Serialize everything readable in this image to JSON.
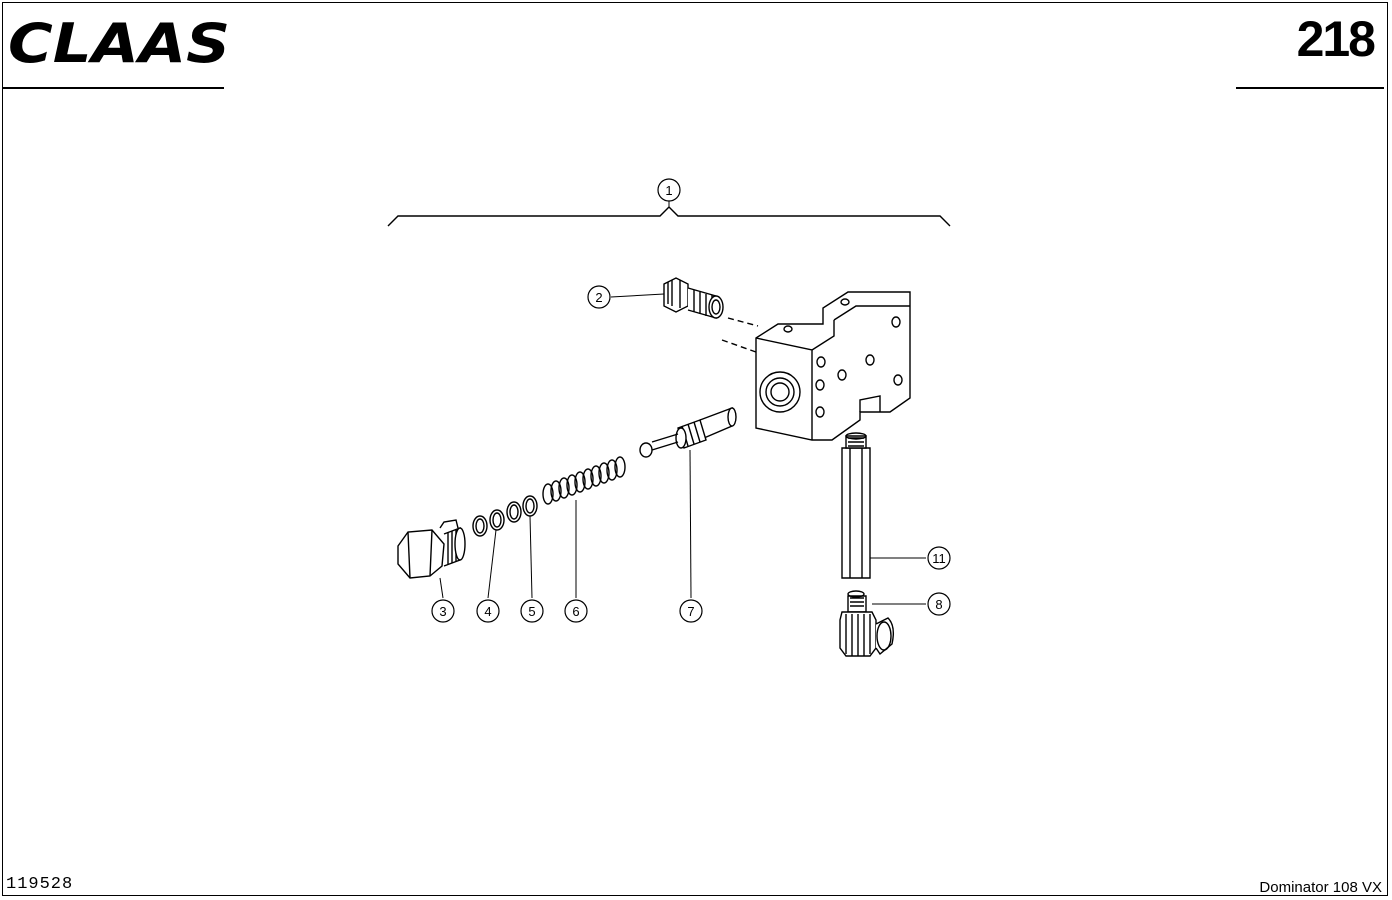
{
  "header": {
    "brand": "CLAAS",
    "page_number": "218"
  },
  "footer": {
    "drawing_id": "119528",
    "model": "Dominator 108 VX"
  },
  "callouts": [
    "1",
    "2",
    "3",
    "4",
    "5",
    "6",
    "7",
    "8",
    "11"
  ],
  "parts": {
    "assembly": "valve-block-assembly",
    "items": [
      "valve-block",
      "union-fitting",
      "plug-screw",
      "washer",
      "o-ring",
      "compression-spring",
      "valve-piston",
      "elbow-fitting",
      "spacer-tube"
    ]
  }
}
